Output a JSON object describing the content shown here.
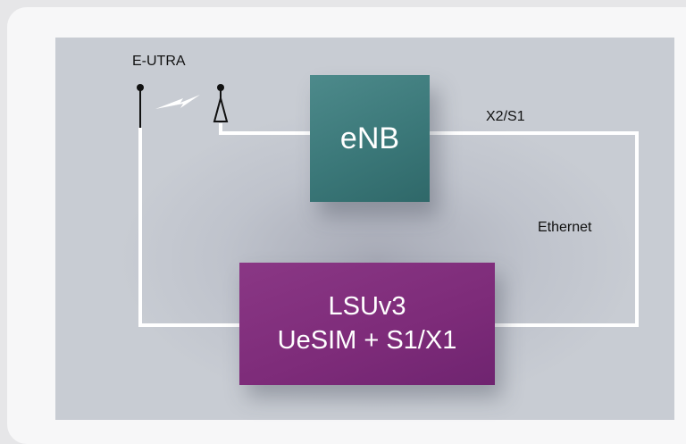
{
  "labels": {
    "eutra": "E-UTRA",
    "x2s1": "X2/S1",
    "ethernet": "Ethernet"
  },
  "enb": {
    "label": "eNB"
  },
  "lsu": {
    "line1": "LSUv3",
    "line2": "UeSIM + S1/X1"
  },
  "colors": {
    "board": "#bfc3cc",
    "enb": "#3b7879",
    "lsu": "#7d2b79",
    "wire": "#ffffff"
  },
  "icons": [
    "ue-antenna-icon",
    "lightning-icon",
    "enb-antenna-icon"
  ]
}
